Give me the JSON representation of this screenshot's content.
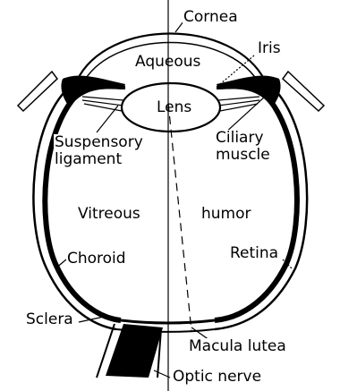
{
  "labels": {
    "cornea": "Cornea",
    "iris": "Iris",
    "aqueous": "Aqueous",
    "lens": "Lens",
    "suspensory_line1": "Suspensory",
    "suspensory_line2": "ligament",
    "ciliary_line1": "Ciliary",
    "ciliary_line2": "muscle",
    "vitreous": "Vitreous",
    "humor": "humor",
    "choroid": "Choroid",
    "retina": "Retina",
    "sclera": "Sclera",
    "macula_lutea": "Macula lutea",
    "optic_nerve": "Optic nerve"
  },
  "colors": {
    "ink": "#000000",
    "background": "#ffffff"
  }
}
